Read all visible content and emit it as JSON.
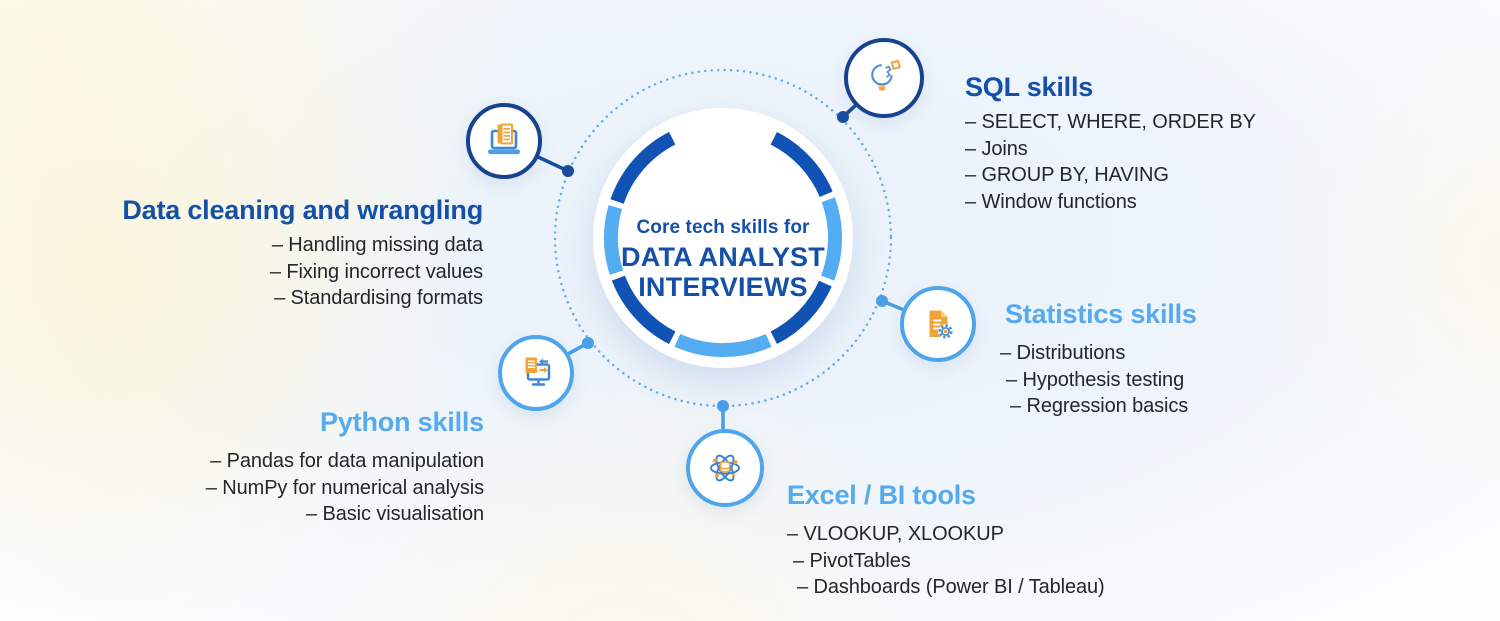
{
  "center": {
    "line1": "Core tech skills for",
    "line2": "DATA ANALYST",
    "line3": "INTERVIEWS"
  },
  "sections": {
    "cleaning": {
      "title": "Data cleaning and wrangling",
      "icon": "laptop-document-icon",
      "items": [
        "– Handling missing data",
        "– Fixing incorrect values",
        "– Standardising formats"
      ]
    },
    "sql": {
      "title": "SQL skills",
      "icon": "lightbulb-puzzle-icon",
      "items": [
        "– SELECT, WHERE, ORDER BY",
        "– Joins",
        "– GROUP BY, HAVING",
        "– Window functions"
      ]
    },
    "statistics": {
      "title": "Statistics skills",
      "icon": "document-gear-icon",
      "items": [
        "– Distributions",
        "– Hypothesis testing",
        "– Regression basics"
      ]
    },
    "python": {
      "title": "Python skills",
      "icon": "document-transfer-monitor-icon",
      "items": [
        "– Pandas for data manipulation",
        "– NumPy for numerical analysis",
        "– Basic visualisation"
      ]
    },
    "excel": {
      "title": "Excel / BI tools",
      "icon": "atom-database-icon",
      "items": [
        "– VLOOKUP, XLOOKUP",
        "– PivotTables",
        "– Dashboards (Power BI / Tableau)"
      ]
    }
  },
  "colors": {
    "heading_dark_blue": "#1450a8",
    "heading_light_blue": "#55aaf0",
    "ring_dark": "#1153b4",
    "ring_light": "#54adf2",
    "navy_icon_border": "#17428f",
    "light_icon_border": "#4fa5ec",
    "accent_orange": "#f2a338",
    "body_text": "#23262b",
    "background_cream": "#fcf6de",
    "background_blue_tint": "#e9f1fa"
  }
}
